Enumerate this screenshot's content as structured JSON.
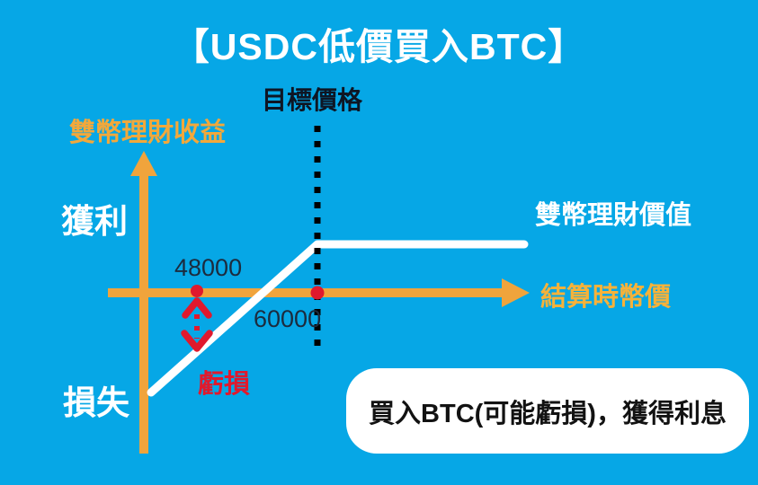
{
  "title": "【USDC低價買入BTC】",
  "labels": {
    "target_price": "目標價格",
    "y_axis": "雙幣理財收益",
    "x_axis": "結算時幣價",
    "profit": "獲利",
    "loss": "損失",
    "loss_gap": "虧損",
    "product_value": "雙幣理財價值",
    "price_below": "48000",
    "price_target": "60000"
  },
  "callout": {
    "text": "買入BTC(可能虧損)，獲得利息"
  },
  "colors": {
    "background": "#06A7E6",
    "axis_orange": "#F0A43C",
    "axis_label_yellow": "#F6B23A",
    "payoff_line": "#FFFFFF",
    "target_dotted_line": "#000000",
    "accent_red": "#E0192D",
    "number_text": "#1C2B3E",
    "title_text": "#FFFFFF",
    "callout_bg": "#FFFFFF",
    "callout_text": "#121212"
  },
  "chart_data": {
    "type": "line",
    "title": "【USDC低價買入BTC】",
    "xlabel": "結算時幣價",
    "ylabel": "雙幣理財收益",
    "x_ticks": [
      48000,
      60000
    ],
    "target_price": 60000,
    "example_settlement_below_target": 48000,
    "regions": {
      "above_axis": "獲利",
      "below_axis": "損失"
    },
    "series": [
      {
        "name": "雙幣理財價值",
        "shape": "rises linearly below target price (possible loss region), flat positive payoff at and above target price",
        "points_schematic": [
          {
            "x": 43500,
            "y": -0.75
          },
          {
            "x": 55000,
            "y": 0
          },
          {
            "x": 60000,
            "y": 0.45
          },
          {
            "x": 76000,
            "y": 0.45
          }
        ]
      }
    ],
    "annotations": [
      {
        "text": "目標價格",
        "x": 60000,
        "style": "vertical black dotted line with red dot on axis"
      },
      {
        "text": "48000",
        "x": 48000,
        "style": "red dot on axis"
      },
      {
        "text": "虧損",
        "x": 48000,
        "style": "red dashed double-headed arrow from axis down to payoff line"
      },
      {
        "text": "雙幣理財價值",
        "style": "label of white payoff line"
      },
      {
        "text": "買入BTC(可能虧損)，獲得利息",
        "style": "white rounded callout, bottom right"
      }
    ],
    "legend_position": "none",
    "grid": false
  }
}
